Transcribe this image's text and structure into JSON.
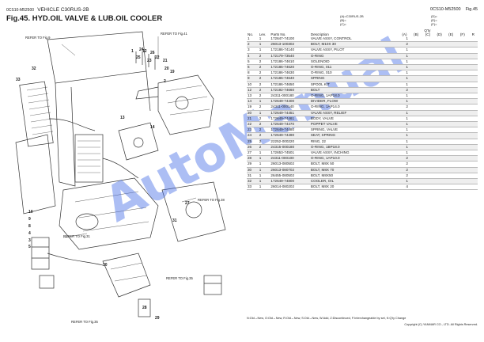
{
  "header": {
    "doc_code_left": "0CS10-M52500",
    "vehicle": "VEHICLE C30RUS-2B",
    "doc_code_right": "0CS10-M52500",
    "fig_ref_right": "Fig.45",
    "fig_title": "Fig.45.  HYD.OIL VALVE & LUB.OIL COOLER"
  },
  "models": {
    "a": "(A)=C30RUS-2B",
    "b": "(B)=",
    "c": "(C)=",
    "d": "(D)=",
    "e": "(E)=",
    "f": "(F)="
  },
  "table": {
    "headers": {
      "no": "No.",
      "lev": "Lev.",
      "part_no": "Parts No.",
      "desc": "Description",
      "qty": "Q'ty",
      "r": "R",
      "qa": "(A)",
      "qb": "(B)",
      "qc": "(C)",
      "qd": "(D)",
      "qe": "(E)",
      "qf": "(F)"
    },
    "rows": [
      {
        "no": "1",
        "lev": "1",
        "pn": "172647-74100",
        "desc": "VALVE ASSY, CONTROL",
        "qa": "1"
      },
      {
        "no": "2",
        "lev": "1",
        "pn": "26013-100302",
        "desc": "BOLT, M10X 30",
        "qa": "2"
      },
      {
        "no": "3",
        "lev": "1",
        "pn": "172186-74140",
        "desc": "VALVE ASSY, PILOT",
        "qa": "1"
      },
      {
        "no": "4",
        "lev": "2",
        "pn": "172179-73540",
        "desc": "O-RING",
        "qa": "1"
      },
      {
        "no": "5",
        "lev": "2",
        "pn": "172186-74610",
        "desc": "SOLENOID",
        "qa": "1"
      },
      {
        "no": "6",
        "lev": "2",
        "pn": "172186-74620",
        "desc": "O-RING, 011",
        "qa": "1"
      },
      {
        "no": "8",
        "lev": "2",
        "pn": "172186-74630",
        "desc": "O-RING, 010",
        "qa": "1"
      },
      {
        "no": "9",
        "lev": "2",
        "pn": "172186-74640",
        "desc": "SPRING",
        "qa": "1"
      },
      {
        "no": "10",
        "lev": "2",
        "pn": "172186-74650",
        "desc": "SPOOL KIT",
        "qa": "1"
      },
      {
        "no": "12",
        "lev": "2",
        "pn": "172192-74660",
        "desc": "BOLT",
        "qa": "2"
      },
      {
        "no": "13",
        "lev": "2",
        "pn": "24311-000180",
        "desc": "O-RING, 1AP18.0",
        "qa": "1"
      },
      {
        "no": "14",
        "lev": "1",
        "pn": "172649-74400",
        "desc": "DIVIDER, FLOW",
        "qa": "1"
      },
      {
        "no": "19",
        "lev": "2",
        "pn": "24311-000140",
        "desc": "O-RING, 1AP14.0",
        "qa": "2"
      },
      {
        "no": "20",
        "lev": "1",
        "pn": "172649-74451",
        "desc": "VALVE ASSY, RELIEF",
        "qa": "1"
      },
      {
        "no": "21",
        "lev": "2",
        "pn": "172649-74461",
        "desc": "BODY, VALVE",
        "qa": "1"
      },
      {
        "no": "22",
        "lev": "2",
        "pn": "172649-74470",
        "desc": "POPPET VALVE",
        "qa": "1"
      },
      {
        "no": "23",
        "lev": "2",
        "pn": "172649-74480",
        "desc": "SPRING, VALVE",
        "qa": "1"
      },
      {
        "no": "24",
        "lev": "2",
        "pn": "172649-74490",
        "desc": "SEAT, SPRING",
        "qa": "1"
      },
      {
        "no": "25",
        "lev": "2",
        "pn": "22252-000220",
        "desc": "RING, 22",
        "qa": "1"
      },
      {
        "no": "26",
        "lev": "2",
        "pn": "24315-000180",
        "desc": "O-RING, 1BP18.0",
        "qa": "1"
      },
      {
        "no": "27",
        "lev": "1",
        "pn": "172653-74501",
        "desc": "VALVE ASSY, INCHING",
        "qa": "1"
      },
      {
        "no": "28",
        "lev": "1",
        "pn": "24311-000100",
        "desc": "O-RING, 1AP10.0",
        "qa": "2"
      },
      {
        "no": "29",
        "lev": "1",
        "pn": "26013-080502",
        "desc": "BOLT, M8X 50",
        "qa": "2"
      },
      {
        "no": "30",
        "lev": "1",
        "pn": "26013-080702",
        "desc": "BOLT, M8X 70",
        "qa": "2"
      },
      {
        "no": "31",
        "lev": "1",
        "pn": "26455-080502",
        "desc": "BOLT, M8X50",
        "qa": "2"
      },
      {
        "no": "32",
        "lev": "1",
        "pn": "172649-74800",
        "desc": "COOLER, OIL",
        "qa": "1"
      },
      {
        "no": "33",
        "lev": "1",
        "pn": "26014-080202",
        "desc": "BOLT, M8X 20",
        "qa": "4"
      }
    ]
  },
  "refs": {
    "fig9": "REFER TO Fig.9",
    "fig41": "REFER TO Fig.41",
    "fig38": "REFER TO Fig.38",
    "fig31": "REFER TO Fig.31",
    "fig35a": "REFER TO Fig.35",
    "fig35b": "REFER TO Fig.35"
  },
  "callouts": [
    "1",
    "2",
    "3",
    "4",
    "5",
    "8",
    "9",
    "10",
    "12",
    "13",
    "14",
    "19",
    "20",
    "21",
    "22",
    "23",
    "24",
    "25",
    "26",
    "27",
    "28",
    "29",
    "30",
    "31",
    "32",
    "33"
  ],
  "watermark": "AutoManual",
  "footer": {
    "legend": "N:Old→New, O:Old→New, R:Old→New, S:Old→New, W:Add, Z:Discontinued, F:Interchangeable by set, K:Q'ty Change",
    "copyright": "Copyright (C) YANMAR CO., LTD. All Rights Reserved."
  },
  "colors": {
    "watermark": "#466ee6",
    "row_alt": "#eeeeee",
    "line": "#333333"
  }
}
